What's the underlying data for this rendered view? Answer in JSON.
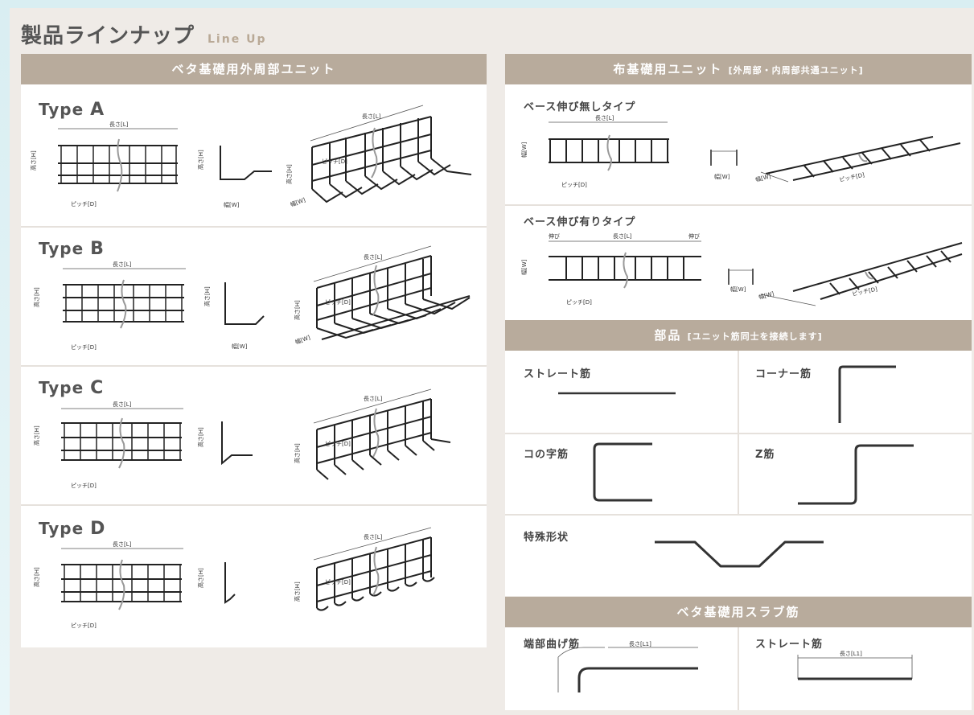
{
  "title": {
    "main": "製品ラインナップ",
    "sub": "Line Up"
  },
  "left": {
    "header": "ベタ基礎用外周部ユニット",
    "types": [
      {
        "label": "Type",
        "letter": "A"
      },
      {
        "label": "Type",
        "letter": "B"
      },
      {
        "label": "Type",
        "letter": "C"
      },
      {
        "label": "Type",
        "letter": "D"
      }
    ],
    "dims": {
      "length": "長さ[L]",
      "height": "高さ[H]",
      "pitch": "ピッチ[D]",
      "width": "幅[W]",
      "pitch_3d": "ピッチ[D]"
    }
  },
  "right": {
    "unit_header": "布基礎用ユニット",
    "unit_header_sub": "[外周部・内周部共通ユニット]",
    "base_none": "ベース伸び無しタイプ",
    "base_with": "ベース伸び有りタイプ",
    "extension": "伸び",
    "parts_header": "部品",
    "parts_header_sub": "[ユニット筋同士を接続します]",
    "parts": {
      "straight": "ストレート筋",
      "corner": "コーナー筋",
      "u_shape": "コの字筋",
      "z_shape": "Z筋",
      "special": "特殊形状"
    },
    "slab_header": "ベタ基礎用スラブ筋",
    "slab": {
      "end_bent": "端部曲げ筋",
      "straight": "ストレート筋",
      "length": "長さ[L1]"
    }
  }
}
